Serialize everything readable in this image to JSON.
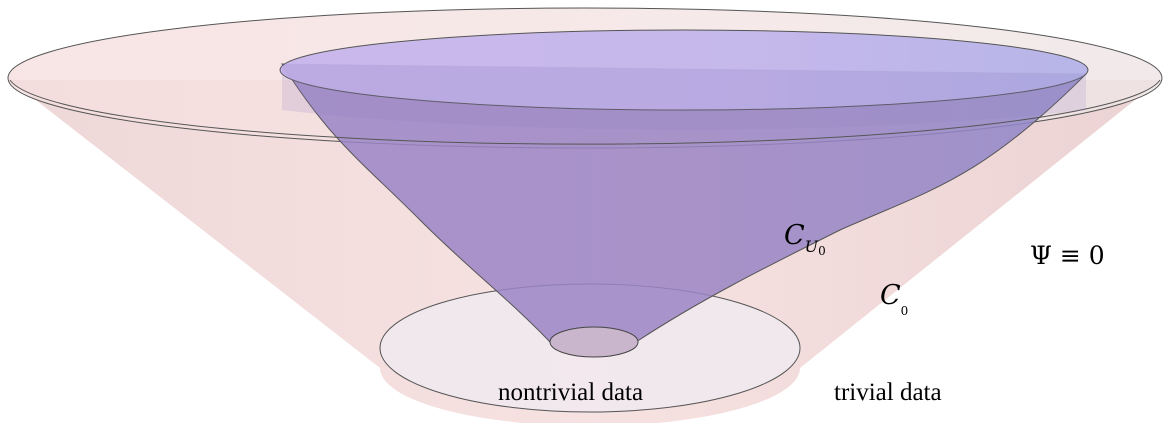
{
  "labels": {
    "nontrivial": "nontrivial data",
    "trivial": "trivial data",
    "c_u0_letter": "C",
    "c_u0_sub_letter": "U",
    "c_u0_sub_index": "0",
    "c0_letter": "C",
    "c0_sub": "0",
    "psi_equation": "Ψ ≡ 0"
  },
  "colors": {
    "outer_cone": "#e8b6b6",
    "inner_cone": "#8c7ad0",
    "outer_rim": "#f3e4e4",
    "inner_top": "#b9aef0",
    "base_disc": "#f1e9ee",
    "tip_disc": "#c9b6cc",
    "outline": "#444444"
  }
}
